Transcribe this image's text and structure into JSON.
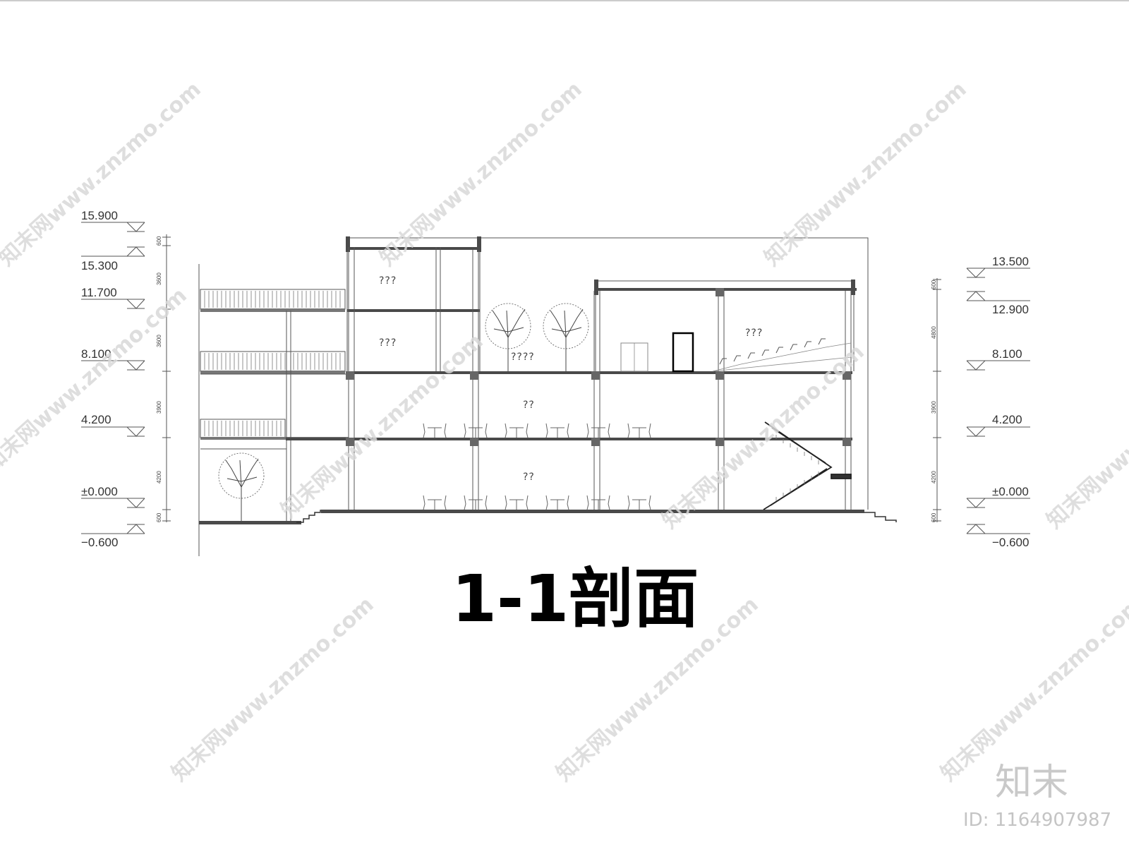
{
  "drawing": {
    "title": "1-1剖面",
    "levels_left": [
      "15.900",
      "15.300",
      "11.700",
      "8.100",
      "4.200",
      "±0.000",
      "−0.600"
    ],
    "levels_right": [
      "13.500",
      "12.900",
      "8.100",
      "4.200",
      "±0.000",
      "−0.600"
    ],
    "dims_left": [
      "600",
      "3600",
      "3600",
      "3900",
      "4200",
      "600"
    ],
    "dims_right": [
      "600",
      "4800",
      "3900",
      "4200",
      "600"
    ],
    "rooms": {
      "top_room_upper": "???",
      "top_room_lower": "???",
      "courtyard": "????",
      "auditorium": "???",
      "second_floor": "??",
      "ground_floor": "??"
    }
  },
  "watermark": {
    "text": "知末网www.znzmo.com",
    "brand": "知末",
    "id": "ID: 1164907987"
  }
}
